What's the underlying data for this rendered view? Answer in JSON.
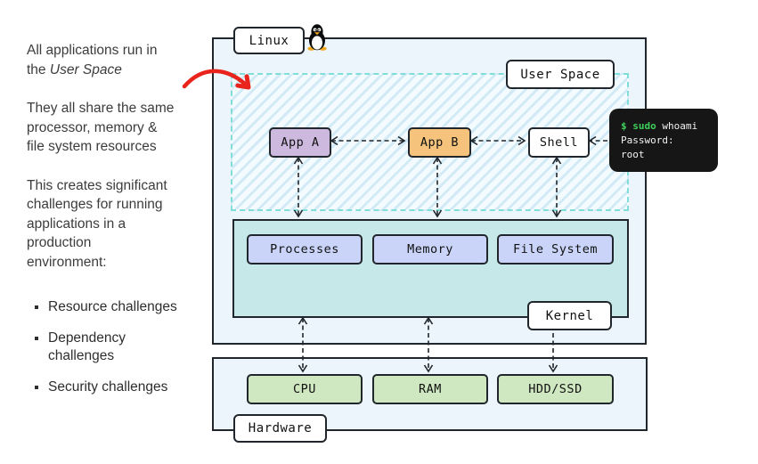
{
  "notes": {
    "p1_before": "All applications run in\nthe",
    "p1_italic": "User Space",
    "p2": "They all share the same\nprocessor, memory &\nfile system resources",
    "p3": "This creates significant\nchallenges for running\napplications in a\nproduction\nenvironment:",
    "bullets": [
      "Resource challenges",
      "Dependency\nchallenges",
      "Security challenges"
    ]
  },
  "diagram": {
    "os_label": "Linux",
    "user_space_label": "User Space",
    "kernel_label": "Kernel",
    "hardware_label": "Hardware",
    "tux_icon": "tux-penguin-icon",
    "user_space_boxes": {
      "app_a": "App A",
      "app_b": "App B",
      "shell": "Shell"
    },
    "kernel_boxes": {
      "processes": "Processes",
      "memory": "Memory",
      "file_system": "File System"
    },
    "hardware_boxes": {
      "cpu": "CPU",
      "ram": "RAM",
      "storage": "HDD/SSD"
    }
  },
  "terminal": {
    "line1_highlight": "$ sudo",
    "line1_rest": " whoami",
    "line2": "Password:",
    "line3": "root"
  },
  "colors": {
    "app-a-fill": "#cdb9dd",
    "app-b-fill": "#f6c37d",
    "kernel-fill": "#c6e8e9",
    "kernel-comp-fill": "#c9d4f8",
    "hw-comp-fill": "#cfe8c1",
    "outer-fill": "#ecf5fb",
    "terminal-bg": "#161616",
    "terminal-green": "#3ecf5a",
    "userspace-border": "#7fded8",
    "arrow-red": "#e8241c",
    "line-dark": "#20262b"
  }
}
